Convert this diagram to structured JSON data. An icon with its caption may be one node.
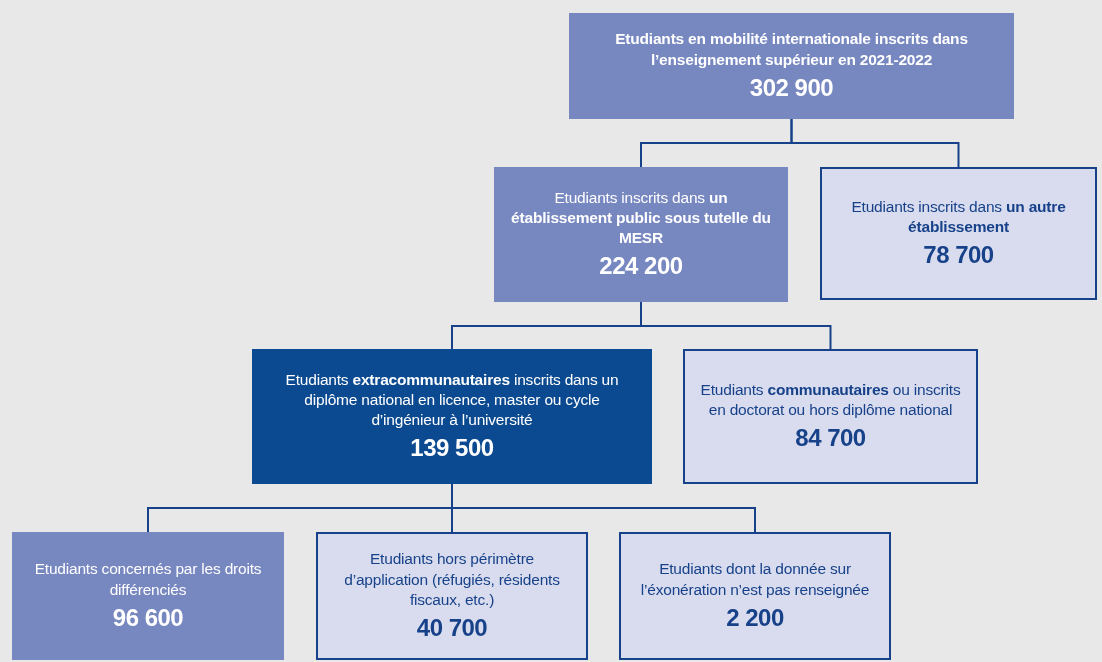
{
  "diagram": {
    "nodes": [
      {
        "text": [
          "Etudiants en mobilité internationale inscrits dans l’enseignement supérieur en 2021-2022",
          "302 900"
        ]
      },
      {
        "text": [
          "Etudiants inscrits dans **un établissement public sous tutelle du MESR**",
          "224 200"
        ]
      },
      {
        "text": [
          "Etudiants inscrits dans **un autre établissement**",
          "78 700"
        ]
      },
      {
        "text": [
          "Etudiants **extracommunautaires** inscrits dans un diplôme national en licence, master ou cycle d’ingénieur à l’université",
          "139 500"
        ]
      },
      {
        "text": [
          "Etudiants **communautaires** ou inscrits en doctorat ou hors diplôme national",
          "84 700"
        ]
      },
      {
        "text": [
          "Etudiants concernés par les droits différenciés",
          "96 600"
        ]
      },
      {
        "text": [
          "Etudiants hors périmètre d’application (réfugiés, résidents fiscaux, etc.)",
          "40 700"
        ]
      },
      {
        "text": [
          "Etudiants dont la donnée sur l’éxonération n’est pas renseignée",
          "2 200"
        ]
      }
    ],
    "edges": [
      {
        "from": 0,
        "to": 1,
        "arrow": "none"
      },
      {
        "from": 0,
        "to": 2,
        "arrow": "none"
      },
      {
        "from": 1,
        "to": 3,
        "arrow": "none"
      },
      {
        "from": 1,
        "to": 4,
        "arrow": "none"
      },
      {
        "from": 3,
        "to": 5,
        "arrow": "none"
      },
      {
        "from": 3,
        "to": 6,
        "arrow": "none"
      },
      {
        "from": 3,
        "to": 7,
        "arrow": "none"
      }
    ]
  }
}
